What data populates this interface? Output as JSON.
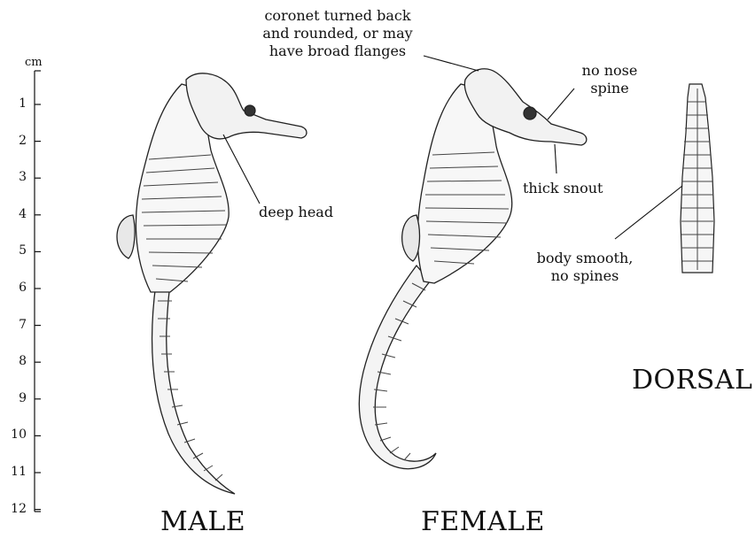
{
  "scale": {
    "unit": "cm",
    "ticks": [
      "1",
      "2",
      "3",
      "4",
      "5",
      "6",
      "7",
      "8",
      "9",
      "10",
      "11",
      "12"
    ]
  },
  "annotations": {
    "coronet": [
      "coronet turned back",
      "and rounded, or may",
      "have broad flanges"
    ],
    "nose": [
      "no nose",
      "spine"
    ],
    "snout": "thick snout",
    "head": "deep head",
    "body": [
      "body smooth,",
      "no spines"
    ]
  },
  "labels": {
    "male": "MALE",
    "female": "FEMALE",
    "dorsal": "DORSAL"
  }
}
